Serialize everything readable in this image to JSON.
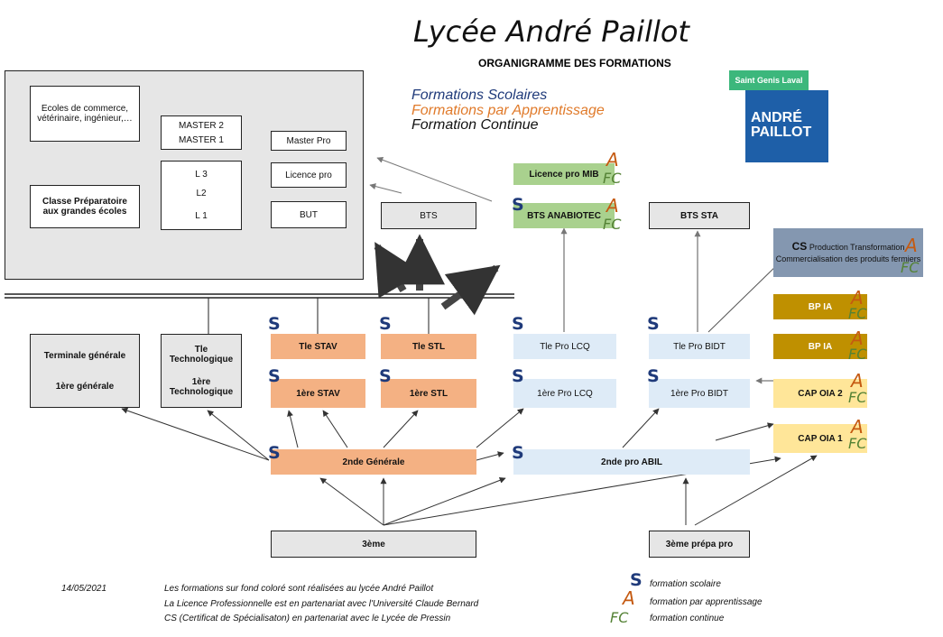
{
  "header": {
    "title": "Lycée André Paillot",
    "subtitle": "ORGANIGRAMME DES FORMATIONS"
  },
  "legend_top": {
    "scolaire": "Formations Scolaires",
    "apprentissage": "Formations par Apprentissage",
    "continue": "Formation Continue"
  },
  "logo": {
    "line1": "Saint Genis Laval",
    "line2": "ANDRÉ",
    "line3": "PAILLOT"
  },
  "higher": {
    "ecoles": "Ecoles de commerce, vétérinaire, ingénieur,…",
    "prepa": "Classe Préparatoire aux grandes écoles",
    "master2": "MASTER 2",
    "master1": "MASTER 1",
    "l3": "L 3",
    "l2": "L2",
    "l1": "L 1",
    "master_pro": "Master Pro",
    "licence_pro": "Licence pro",
    "but": "BUT"
  },
  "post_bac": {
    "bts": "BTS",
    "licence_mib": "Licence pro MIB",
    "bts_anabiotec": "BTS ANABIOTEC",
    "bts_sta": "BTS STA",
    "cs_prefix": "CS",
    "cs_text": "Production Transformation Commercialisation des produits fermiers"
  },
  "lycee": {
    "term_gen": "Terminale générale",
    "prem_gen": "1ère générale",
    "tle_techno": "Tle Technologique",
    "prem_techno": "1ère Technologique",
    "tle_stav": "Tle STAV",
    "prem_stav": "1ère STAV",
    "tle_stl": "Tle STL",
    "prem_stl": "1ère STL",
    "tle_lcq": "Tle Pro LCQ",
    "prem_lcq": "1ère Pro LCQ",
    "tle_bidt": "Tle Pro BIDT",
    "prem_bidt": "1ère Pro BIDT",
    "bp_ia": "BP IA",
    "cap_oia2": "CAP OIA 2",
    "cap_oia1": "CAP OIA 1",
    "seconde_gen": "2nde Générale",
    "seconde_pro": "2nde pro ABIL",
    "troisieme": "3ème",
    "troisieme_prepa": "3ème prépa pro"
  },
  "marks": {
    "s": "S",
    "a": "A",
    "fc": "FC"
  },
  "footer": {
    "date": "14/05/2021",
    "note1": "Les formations sur fond coloré sont réalisées au lycée André Paillot",
    "note2": "La Licence Professionnelle est en partenariat avec l'Université Claude Bernard",
    "note3": "CS (Certificat de Spécialisaton) en partenariat avec le Lycée de Pressin",
    "legend_s": "formation scolaire",
    "legend_a": "formation par apprentissage",
    "legend_fc": "formation continue"
  },
  "colors": {
    "scolaire": "#1f3a7a",
    "apprentissage": "#c55a11",
    "continue": "#548235"
  }
}
